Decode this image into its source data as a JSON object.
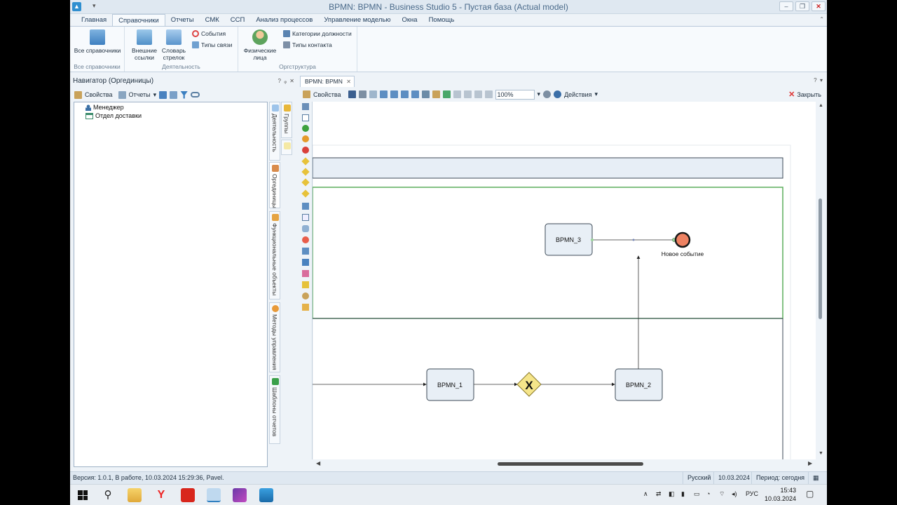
{
  "window": {
    "title": "BPMN: BPMN  - Business Studio 5 - Пустая база (Actual model)"
  },
  "menu": {
    "tabs": [
      "Главная",
      "Справочники",
      "Отчеты",
      "СМК",
      "ССП",
      "Анализ процессов",
      "Управление моделью",
      "Окна",
      "Помощь"
    ],
    "active": "Справочники"
  },
  "ribbon": {
    "groups": [
      {
        "name": "Все справочники",
        "buttons": [
          "Все справочники"
        ]
      },
      {
        "name": "Деятельность",
        "big_buttons": [
          "Внешние ссылки",
          "Словарь стрелок"
        ],
        "small_buttons": [
          "События",
          "Типы связи"
        ]
      },
      {
        "name": "Оргструктура",
        "big_buttons": [
          "Физические лица"
        ],
        "small_buttons": [
          "Категории должности",
          "Типы контакта"
        ]
      }
    ],
    "labels": {
      "all_refs_line1": "Все справочники",
      "ext_links_l1": "Внешние",
      "ext_links_l2": "ссылки",
      "arrows_l1": "Словарь",
      "arrows_l2": "стрелок",
      "events": "События",
      "link_types": "Типы связи",
      "persons_l1": "Физические",
      "persons_l2": "лица",
      "position_categories": "Категории должности",
      "contact_types": "Типы контакта",
      "group_all": "Все справочники",
      "group_activity": "Деятельность",
      "group_org": "Оргструктура"
    }
  },
  "navigator": {
    "title": "Навигатор (Оргединицы)",
    "toolbar": {
      "properties": "Свойства",
      "reports": "Отчеты"
    },
    "tree": [
      {
        "label": "Менеджер",
        "icon": "person-icon"
      },
      {
        "label": "Отдел доставки",
        "icon": "department-icon"
      }
    ],
    "side_tabs": [
      "Деятельность",
      "Группы",
      "Оргединицы",
      "Функциональные объекты",
      "Методы управления",
      "Шаблоны отчетов"
    ]
  },
  "document": {
    "tab": "BPMN: BPMN",
    "toolbar": {
      "properties": "Свойства",
      "zoom": "100%",
      "actions": "Действия",
      "close": "Закрыть"
    }
  },
  "diagram": {
    "tasks": [
      "BPMN_3",
      "BPMN_1",
      "BPMN_2"
    ],
    "gateway_symbol": "X",
    "end_event_label": "Новое событие"
  },
  "statusbar": {
    "version": "Версия: 1.0.1, В работе, 10.03.2024 15:29:36, Pavel.",
    "language": "Русский",
    "date": "10.03.2024",
    "period": "Период: сегодня"
  },
  "taskbar": {
    "lang": "РУС",
    "time": "15:43",
    "date": "10.03.2024"
  }
}
